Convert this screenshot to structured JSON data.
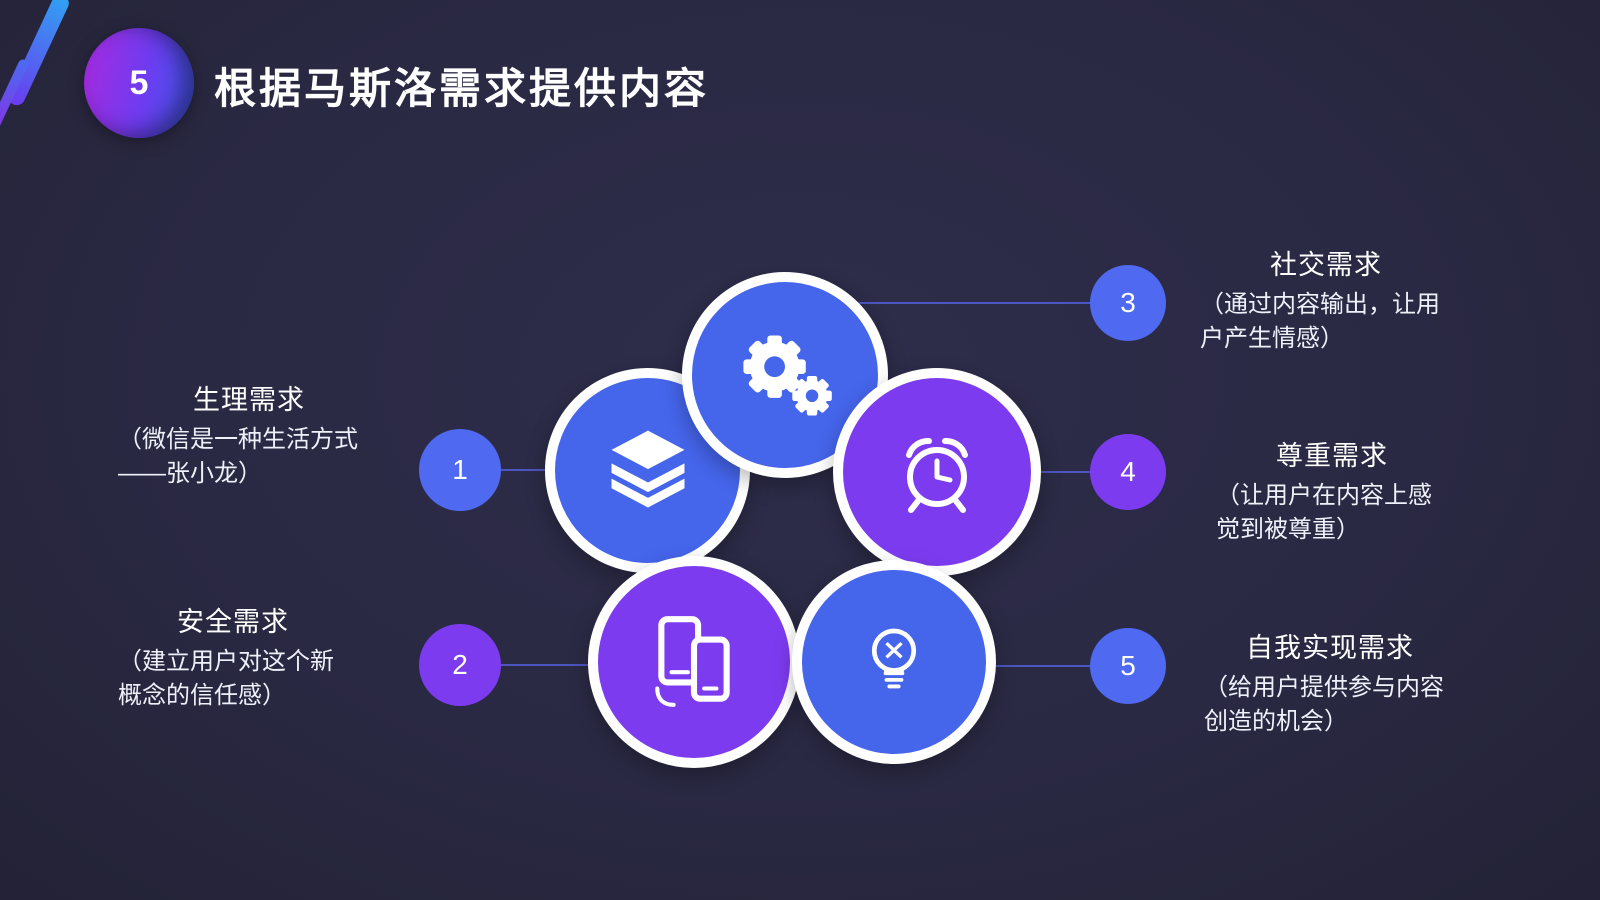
{
  "slide": {
    "badge_number": "5",
    "title": "根据马斯洛需求提供内容"
  },
  "items": [
    {
      "number": "1",
      "title": "生理需求",
      "desc": "（微信是一种生活方式——张小龙）"
    },
    {
      "number": "2",
      "title": "安全需求",
      "desc": "（建立用户对这个新概念的信任感）"
    },
    {
      "number": "3",
      "title": "社交需求",
      "desc": "（通过内容输出，让用户产生情感）"
    },
    {
      "number": "4",
      "title": "尊重需求",
      "desc": "（让用户在内容上感觉到被尊重）"
    },
    {
      "number": "5",
      "title": "自我实现需求",
      "desc": "（给用户提供参与内容创造的机会）"
    }
  ],
  "icons": [
    "layers-icon",
    "gears-icon",
    "alarm-clock-icon",
    "smartphones-icon",
    "lightbulb-icon"
  ],
  "colors": {
    "background": "#2a2943",
    "circle_blue": "#4565eb",
    "circle_purple": "#7d3bf0",
    "connector_line": "#4d55c0",
    "text": "#ffffff"
  }
}
